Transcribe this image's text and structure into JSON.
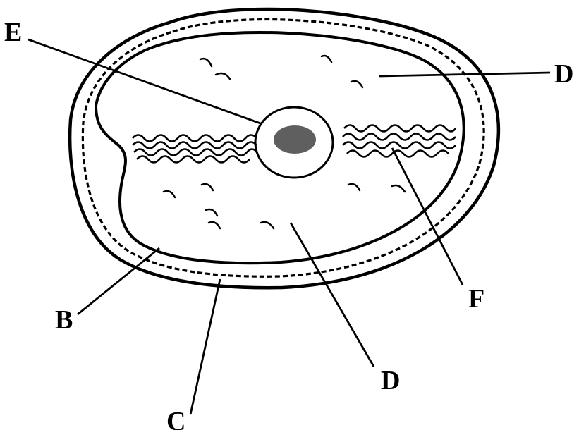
{
  "labels": {
    "E": "E",
    "D_top": "D",
    "F": "F",
    "B": "B",
    "C": "C",
    "D_bottom": "D"
  },
  "colors": {
    "stroke": "#000000",
    "nucleolus": "#5f5f5f",
    "background": "#ffffff"
  }
}
